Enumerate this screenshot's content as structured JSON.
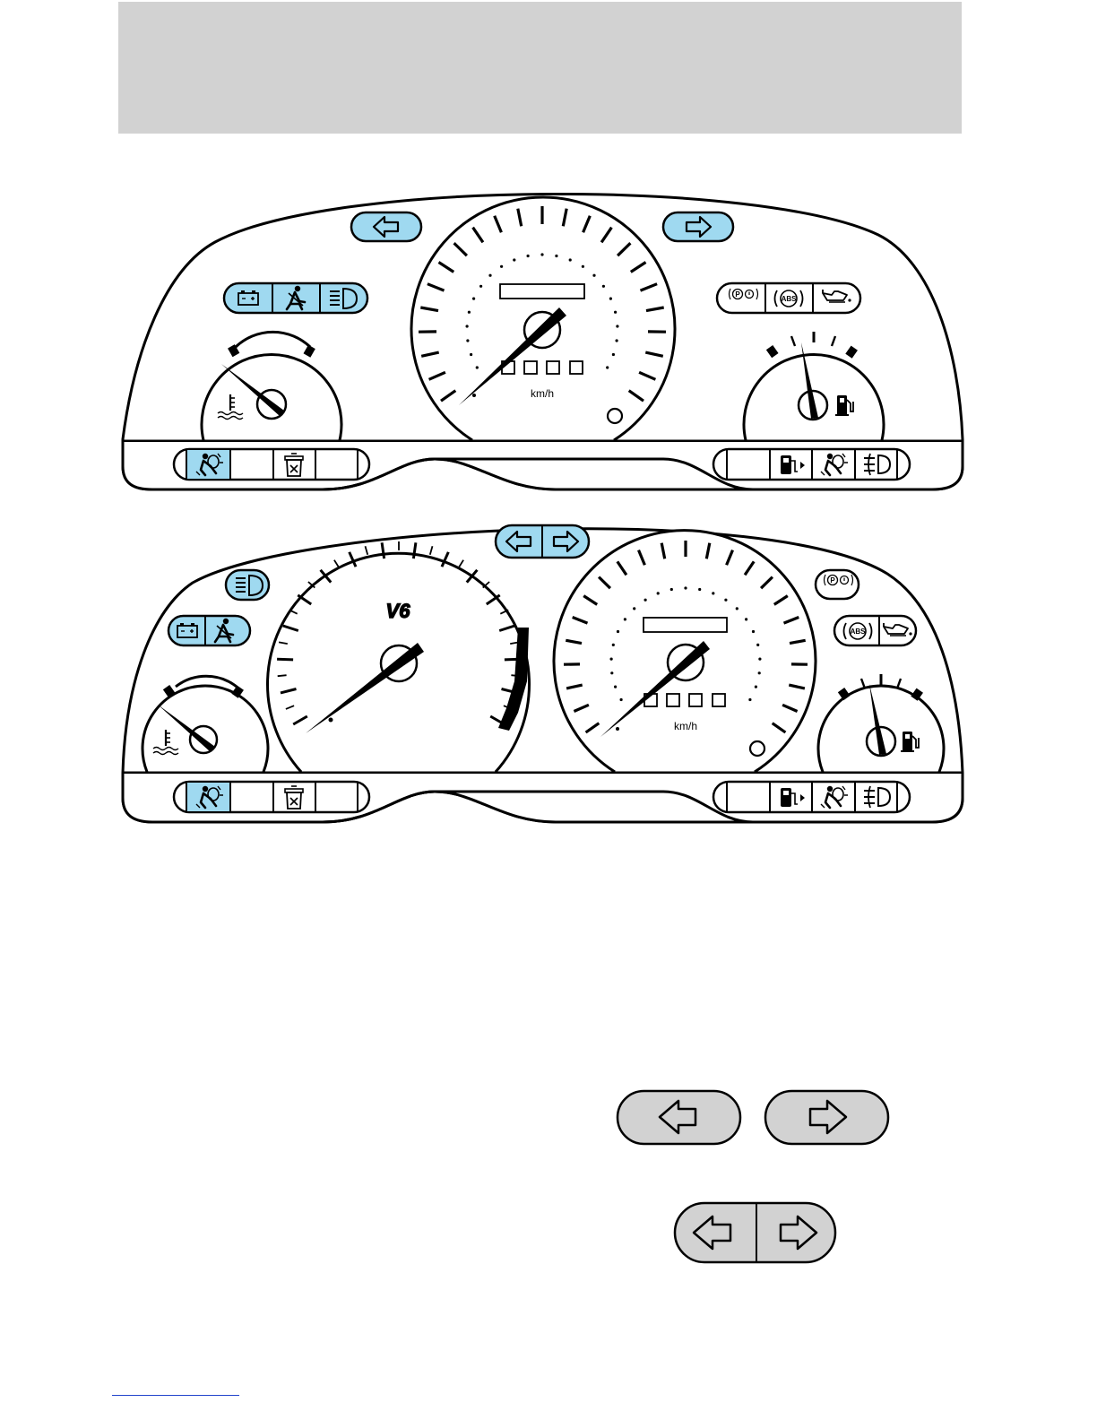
{
  "colors": {
    "indicator_blue": "#9fd9f0",
    "button_gray": "#d2d2d2",
    "header_gray": "#d2d2d2",
    "outline": "#000000"
  },
  "cluster_standard": {
    "speedometer_unit": "km/h",
    "odometer_digits": 4,
    "top_indicators": [
      "left-turn-signal-icon",
      "right-turn-signal-icon"
    ],
    "left_warning_block": [
      "battery-icon",
      "seatbelt-icon",
      "high-beam-icon"
    ],
    "right_warning_block": [
      "brake-icon",
      "abs-icon",
      "oil-pressure-icon"
    ],
    "left_gauge": "temperature-gauge",
    "right_gauge": "fuel-gauge",
    "bottom_left_strip": [
      "airbag-icon",
      "blank",
      "trunk-ajar-icon",
      "blank"
    ],
    "bottom_right_strip": [
      "blank",
      "low-fuel-icon",
      "passenger-airbag-off-icon",
      "fog-lamp-icon"
    ]
  },
  "cluster_v6": {
    "engine_badge": "V6",
    "speedometer_unit": "km/h",
    "odometer_digits": 4,
    "tachometer": "tachometer",
    "bottom_left_strip": [
      "airbag-icon",
      "blank",
      "trunk-ajar-icon",
      "blank"
    ],
    "bottom_right_strip": [
      "blank",
      "low-fuel-icon",
      "passenger-airbag-off-icon",
      "fog-lamp-icon"
    ]
  },
  "legend_buttons": {
    "separate": [
      "left-arrow-button",
      "right-arrow-button"
    ],
    "combined": [
      "left-arrow-button",
      "right-arrow-button"
    ]
  }
}
